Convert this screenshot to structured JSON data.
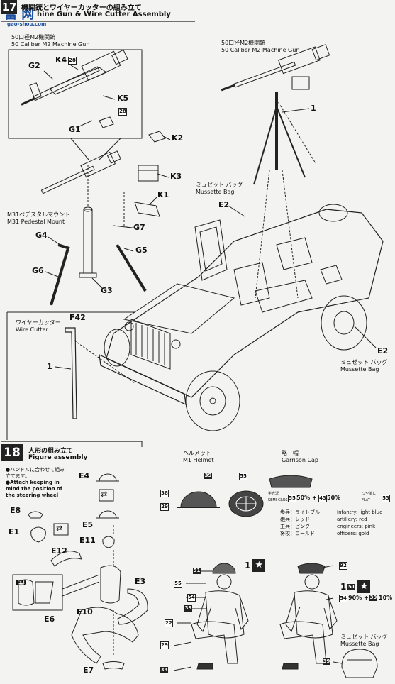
{
  "watermark": {
    "cn": "富 网",
    "url": "gao-shou.com"
  },
  "step17": {
    "number": "17",
    "title_jp": "機関銃とワイヤーカッターの組み立て",
    "title_en": "hine Gun & Wire Cutter Assembly",
    "mg_label_jp": "50口径M2機関銃",
    "mg_label_en": "50 Caliber M2 Machine Gun",
    "mg_label2_jp": "50口径M2機関銃",
    "mg_label2_en": "50 Caliber M2 Machine Gun",
    "pedestal_jp": "M31ペデスタルマウント",
    "pedestal_en": "M31 Pedestal Mount",
    "bag_jp": "ミュゼット バッグ",
    "bag_en": "Mussette Bag",
    "bag2_jp": "ミュゼット バッグ",
    "bag2_en": "Mussette Bag",
    "cutter_jp": "ワイヤーカッター",
    "cutter_en": "Wire Cutter",
    "parts": {
      "g2": "G2",
      "k4": "K4",
      "k5": "K5",
      "g1": "G1",
      "k2": "K2",
      "k3": "K3",
      "k1": "K1",
      "g7": "G7",
      "g4": "G4",
      "g5": "G5",
      "g6": "G6",
      "g3": "G3",
      "e2a": "E2",
      "e2b": "E2",
      "one_a": "1",
      "one_b": "1",
      "f42": "F42"
    },
    "colors": {
      "c28a": "28",
      "c28b": "28"
    }
  },
  "step18": {
    "number": "18",
    "title_jp": "人形の組み立て",
    "title_en": "Figure assembly",
    "note_jp": "●ハンドルに合わせて組み立てます。",
    "note_en": "●Attach keeping in mind the position of the steering wheel",
    "helmet_jp": "ヘルメット",
    "helmet_en": "M1 Helmet",
    "cap_jp": "略　帽",
    "cap_en": "Garrison Cap",
    "parts": {
      "e4": "E4",
      "e8": "E8",
      "e1": "E1",
      "e5": "E5",
      "e11": "E11",
      "e12": "E12",
      "e9": "E9",
      "e6": "E6",
      "e3": "E3",
      "e10": "E10",
      "e7": "E7"
    },
    "colors": {
      "c39a": "39",
      "c55a": "55",
      "c38": "38",
      "c29a": "29",
      "c55b": "55",
      "c43": "43",
      "c53": "53",
      "c51a": "51",
      "c55c": "55",
      "c54a": "54",
      "c39b": "39",
      "c22": "22",
      "c29b": "29",
      "c33": "33",
      "c92": "92",
      "c51b": "51",
      "c54b": "54",
      "c39c": "39",
      "c39d": "39"
    },
    "cap_mix": {
      "pct1": "50%",
      "plus": "+",
      "pct2": "50%",
      "semi_gloss": "半光沢",
      "semi_gloss_en": "SEMI-GLOSS",
      "flat": "つや消し",
      "flat_en": "FLAT"
    },
    "mix2": {
      "pct1": "90%",
      "plus": "+",
      "pct2": "10%"
    },
    "branch_colors": [
      {
        "jp": "歩兵：ライトブルー",
        "en": "Infantry: light blue"
      },
      {
        "jp": "砲兵：レッド",
        "en": "artillery: red"
      },
      {
        "jp": "工兵：ピンク",
        "en": "engineers: pink"
      },
      {
        "jp": "将校：ゴールド",
        "en": "officers: gold"
      }
    ],
    "star_num1": "1",
    "star_num2": "1",
    "decal51": "51"
  }
}
